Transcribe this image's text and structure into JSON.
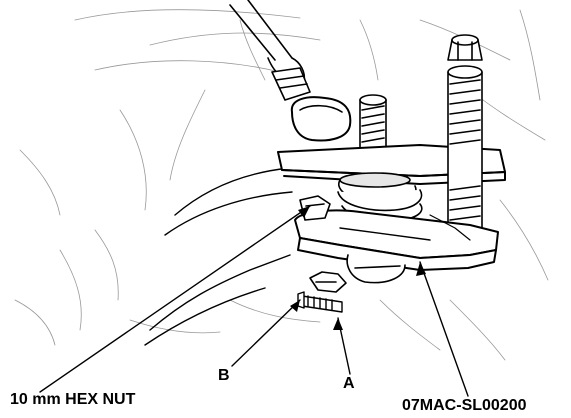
{
  "callouts": {
    "part_a": "A",
    "part_b": "B",
    "hex_nut": "10 mm HEX NUT",
    "tool_number": "07MAC-SL00200"
  },
  "colors": {
    "line": "#000000",
    "fill_light": "#ffffff",
    "shade": "#e6e6e6",
    "shadow": "#bfbfbf"
  }
}
